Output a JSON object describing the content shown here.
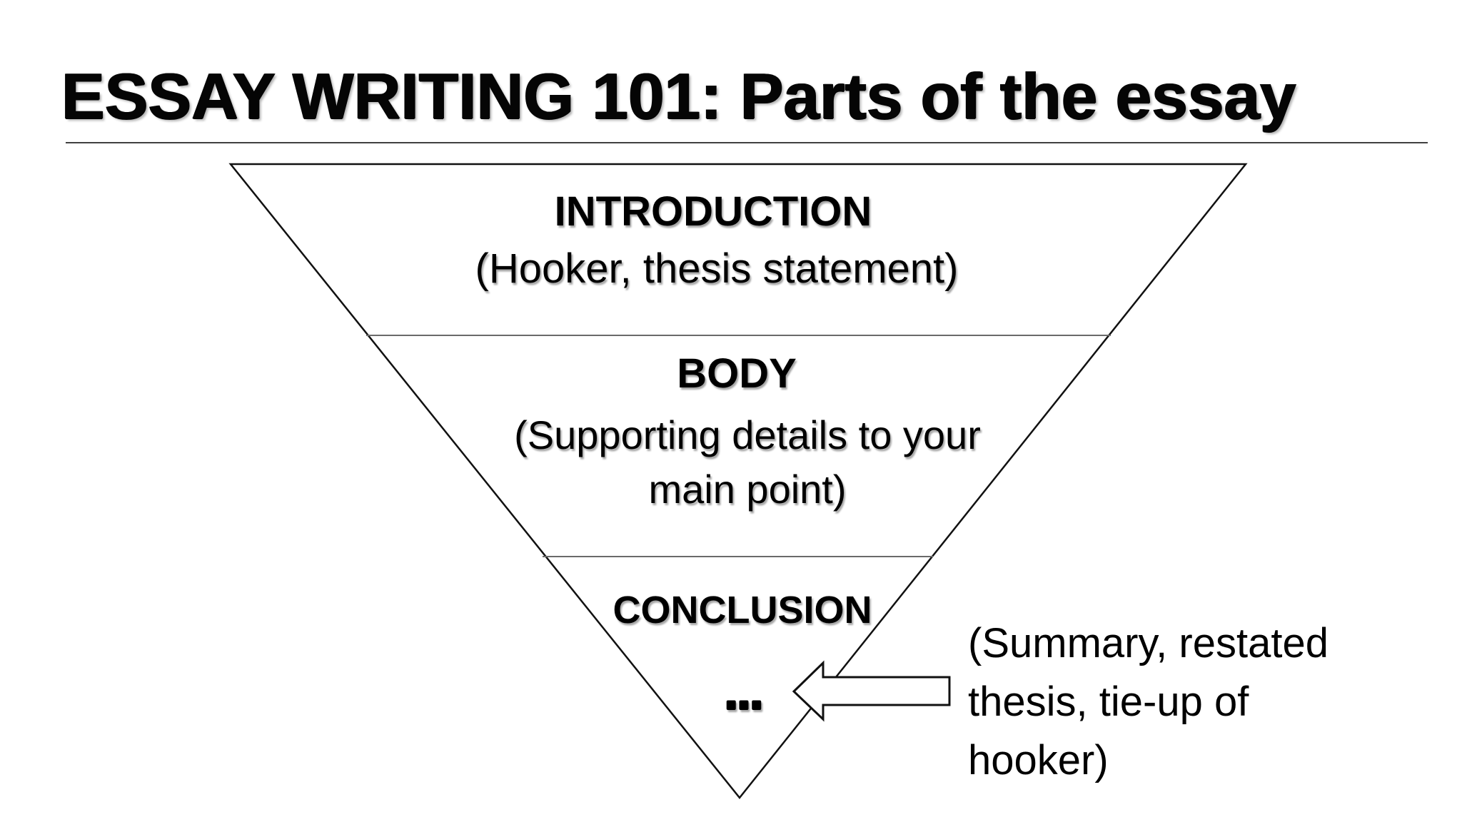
{
  "slide": {
    "title": "ESSAY WRITING 101: Parts of the essay",
    "background_color": "#ffffff",
    "text_color": "#000000"
  },
  "funnel": {
    "shape": "inverted-triangle",
    "outline_color": "#111111",
    "divider_color": "#6a6a6a",
    "sections": [
      {
        "label": "INTRODUCTION",
        "detail_lines": [
          "(Hooker, thesis statement)"
        ]
      },
      {
        "label": "BODY",
        "detail_lines": [
          "(Supporting details to your",
          "main point)"
        ]
      },
      {
        "label": "CONCLUSION",
        "ellipsis": "..."
      }
    ]
  },
  "annotation": {
    "lines": [
      "(Summary, restated",
      "thesis, tie-up of",
      "hooker)"
    ],
    "arrow_icon": "left-block-arrow",
    "arrow_fill": "#ffffff"
  }
}
